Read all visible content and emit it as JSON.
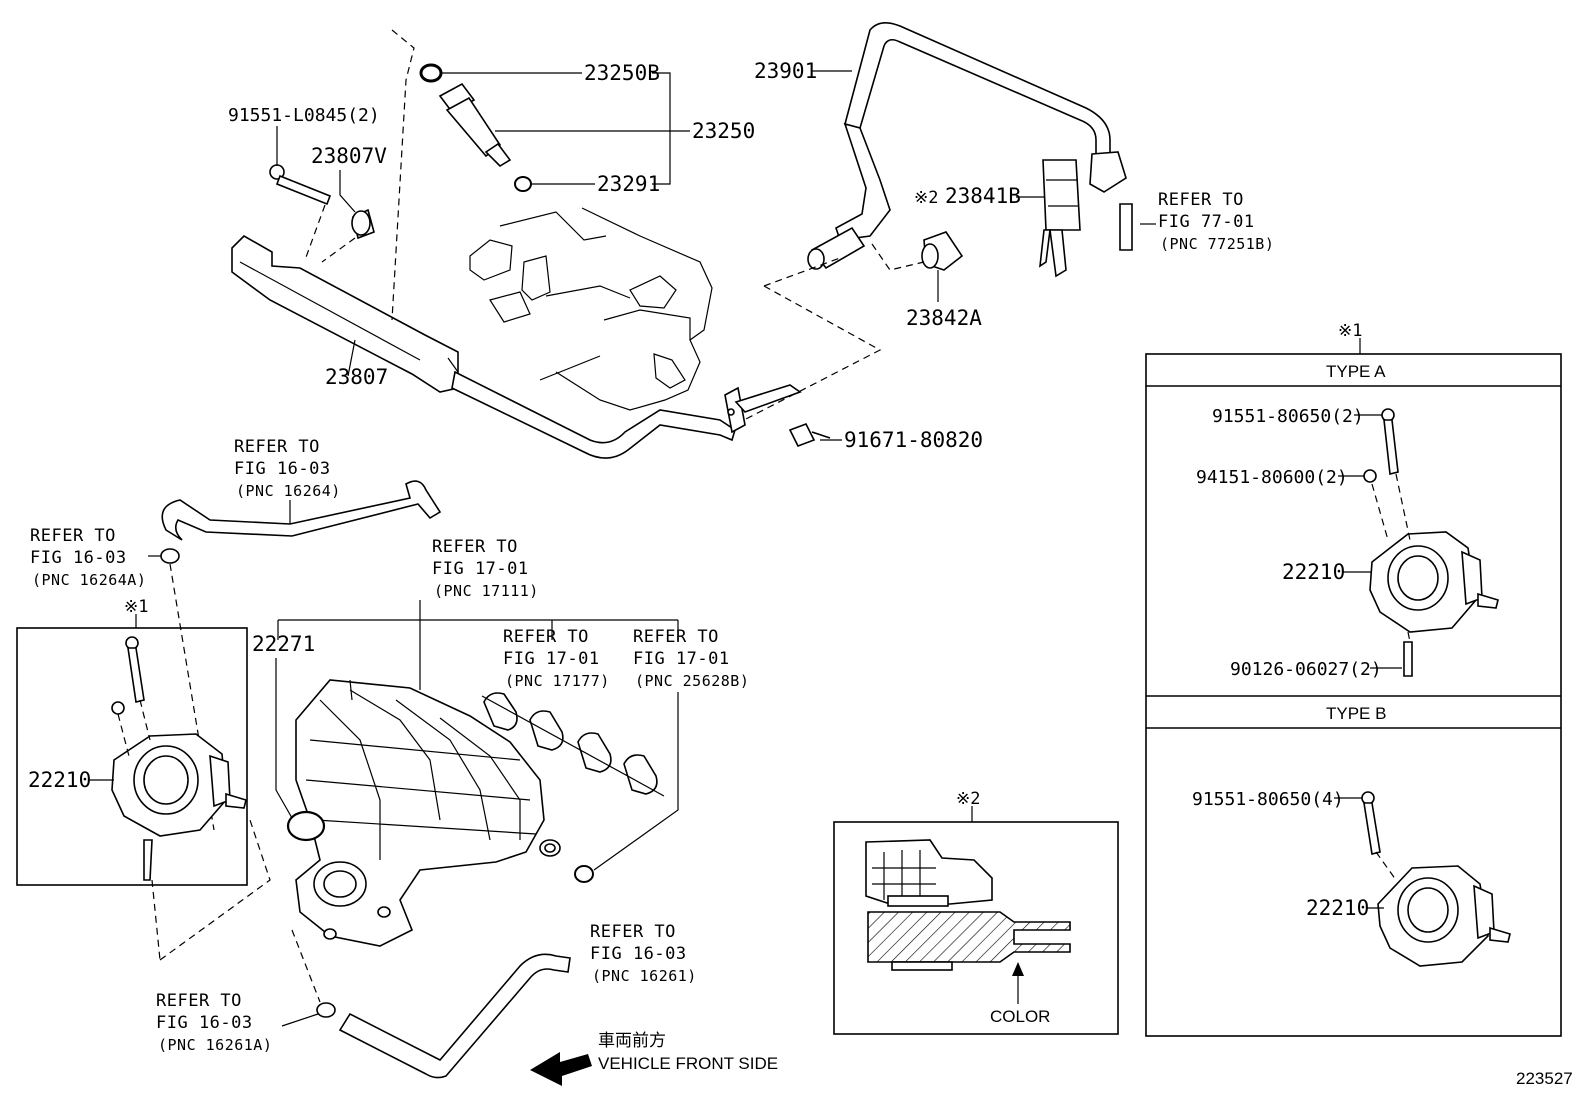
{
  "figure_id": "223527",
  "parts": {
    "p23250B": "23250B",
    "p23250": "23250",
    "p23291": "23291",
    "p91551_L0845": "91551-L0845(2)",
    "p23807V": "23807V",
    "p23807": "23807",
    "p23901": "23901",
    "p23841B": "23841B",
    "p23841B_mark": "※2",
    "p23842A": "23842A",
    "p91671": "91671-80820",
    "p22271": "22271",
    "p22210_left": "22210",
    "p22210_a": "22210",
    "p22210_b": "22210",
    "p91551_a": "91551-80650(2)",
    "p94151_a": "94151-80600(2)",
    "p90126_a": "90126-06027(2)",
    "p91551_b": "91551-80650(4)"
  },
  "refs": {
    "r77": {
      "l1": "REFER TO",
      "l2": "FIG 77-01",
      "l3": "(PNC 77251B)"
    },
    "r16264": {
      "l1": "REFER TO",
      "l2": "FIG 16-03",
      "l3": "(PNC 16264)"
    },
    "r16264A": {
      "l1": "REFER TO",
      "l2": "FIG 16-03",
      "l3": "(PNC 16264A)"
    },
    "r17111": {
      "l1": "REFER TO",
      "l2": "FIG 17-01",
      "l3": "(PNC 17111)"
    },
    "r17177": {
      "l1": "REFER TO",
      "l2": "FIG 17-01",
      "l3": "(PNC 17177)"
    },
    "r25628B": {
      "l1": "REFER TO",
      "l2": "FIG 17-01",
      "l3": "(PNC 25628B)"
    },
    "r16261": {
      "l1": "REFER TO",
      "l2": "FIG 16-03",
      "l3": "(PNC 16261)"
    },
    "r16261A": {
      "l1": "REFER TO",
      "l2": "FIG 16-03",
      "l3": "(PNC 16261A)"
    }
  },
  "boxes": {
    "mark1": "※1",
    "mark1_left": "※1",
    "mark2": "※2",
    "type_a": "TYPE A",
    "type_b": "TYPE B",
    "color": "COLOR"
  },
  "direction": {
    "jp": "車両前方",
    "en": "VEHICLE FRONT SIDE"
  }
}
